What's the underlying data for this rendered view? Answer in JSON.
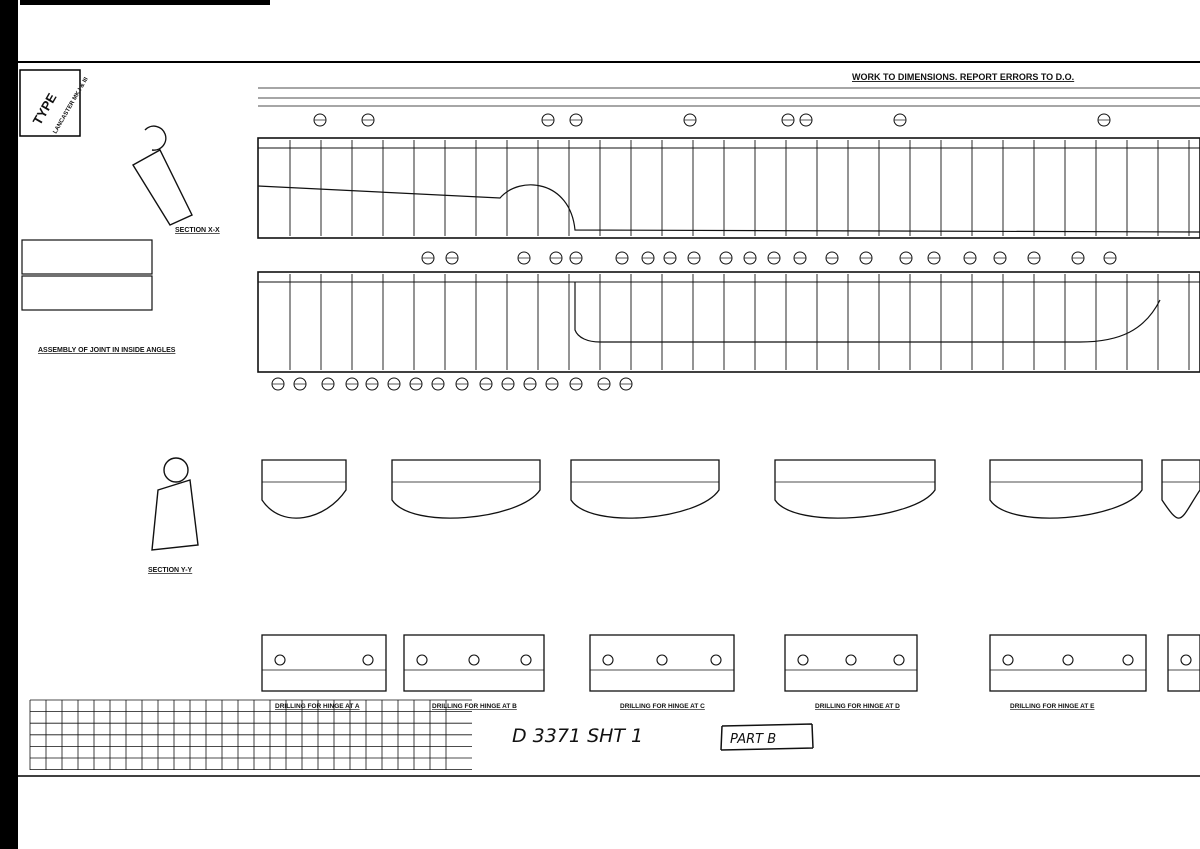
{
  "drawing": {
    "type_block": {
      "title": "TYPE",
      "subtitle": "LANCASTER MK I & III"
    },
    "header_note": "WORK TO DIMENSIONS. REPORT ERRORS TO D.O.",
    "sections": {
      "x_x": "SECTION X-X",
      "y_y": "SECTION Y-Y"
    },
    "assembly_label": "ASSEMBLY OF JOINT IN INSIDE ANGLES",
    "drilling_labels": [
      "DRILLING FOR HINGE AT A",
      "DRILLING FOR HINGE AT B",
      "DRILLING FOR HINGE AT C",
      "DRILLING FOR HINGE AT D",
      "DRILLING FOR HINGE AT E"
    ],
    "handwritten": {
      "drawing_number": "D 3371  SHT 1",
      "part": "PART B"
    }
  }
}
